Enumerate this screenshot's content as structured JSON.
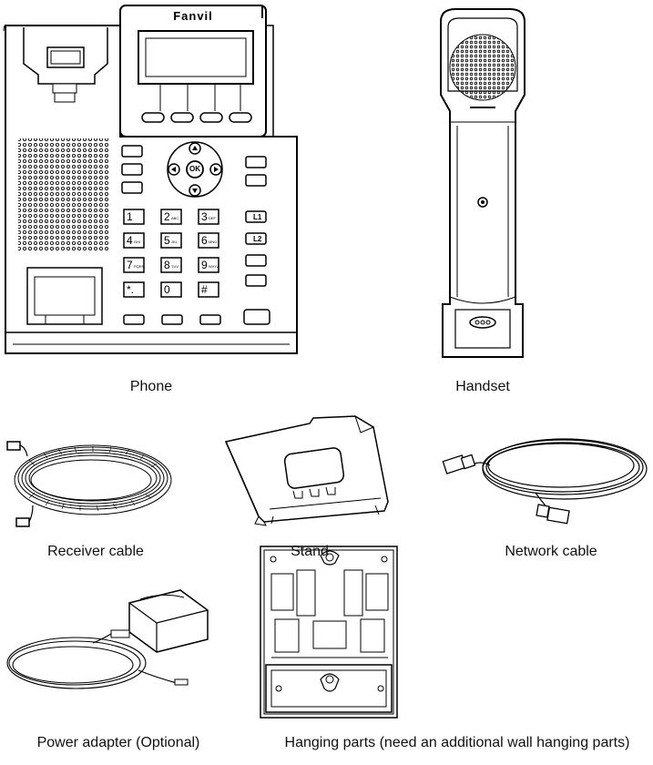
{
  "phone": {
    "caption": "Phone",
    "brand": "Fanvil",
    "keys": [
      {
        "main": "1",
        "sub": ""
      },
      {
        "main": "2",
        "sub": "ABC"
      },
      {
        "main": "3",
        "sub": "DEF"
      },
      {
        "main": "4",
        "sub": "GHI"
      },
      {
        "main": "5",
        "sub": "JKL"
      },
      {
        "main": "6",
        "sub": "MNO"
      },
      {
        "main": "7",
        "sub": "PQRS"
      },
      {
        "main": "8",
        "sub": "TUV"
      },
      {
        "main": "9",
        "sub": "WXYZ"
      },
      {
        "main": "*.",
        "sub": ""
      },
      {
        "main": "0",
        "sub": ""
      },
      {
        "main": "#",
        "sub": ""
      }
    ],
    "nav_ok": "OK",
    "line_keys": [
      "L1",
      "L2"
    ]
  },
  "handset": {
    "caption": "Handset"
  },
  "receiver_cable": {
    "caption": "Receiver cable"
  },
  "stand": {
    "caption": "Stand"
  },
  "network_cable": {
    "caption": "Network cable"
  },
  "power_adapter": {
    "caption": "Power adapter (Optional)"
  },
  "hanging_parts": {
    "caption": "Hanging parts (need an additional wall hanging parts)"
  }
}
